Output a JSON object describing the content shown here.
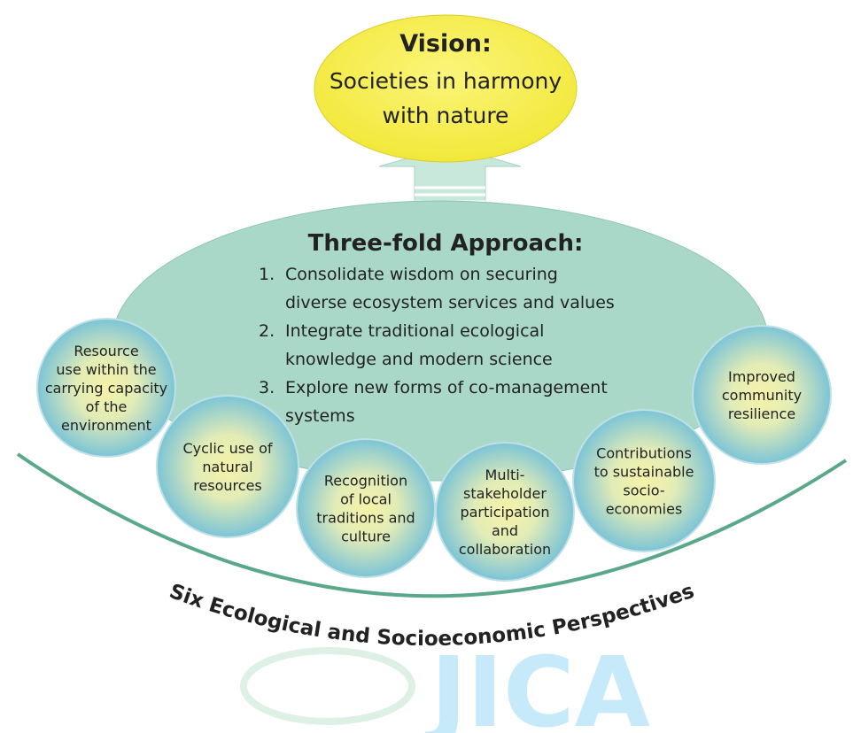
{
  "vision": {
    "heading": "Vision:",
    "lines": [
      "Societies in harmony",
      "with nature"
    ]
  },
  "approach": {
    "heading": "Three-fold Approach:",
    "items": [
      {
        "num": "1.",
        "lines": [
          "Consolidate wisdom on securing",
          "diverse ecosystem services and values"
        ]
      },
      {
        "num": "2.",
        "lines": [
          "Integrate traditional ecological",
          "knowledge and modern science"
        ]
      },
      {
        "num": "3.",
        "lines": [
          "Explore new forms of co-management",
          "systems"
        ]
      }
    ]
  },
  "perspectives": [
    {
      "lines": [
        "Resource",
        "use within the",
        "carrying capacity",
        "of the",
        "environment"
      ]
    },
    {
      "lines": [
        "Cyclic use of",
        "natural",
        "resources"
      ]
    },
    {
      "lines": [
        "Recognition",
        "of local",
        "traditions and",
        "culture"
      ]
    },
    {
      "lines": [
        "Multi-",
        "stakeholder",
        "participation",
        "and",
        "collaboration"
      ]
    },
    {
      "lines": [
        "Contributions",
        "to sustainable",
        "socio-",
        "economies"
      ]
    },
    {
      "lines": [
        "Improved",
        "community",
        "resilience"
      ]
    }
  ],
  "arc_label": "Six Ecological and Socioeconomic Perspectives",
  "watermark": "JICA",
  "colors": {
    "vision_fill": "#f2e83a",
    "approach_fill": "#a9d8c8",
    "arrow_fill": "#c8e8dc",
    "circle_center": "#f6f2a8",
    "circle_edge": "#7cc4d6",
    "arc_stroke": "#5aa88a",
    "text": "#222222",
    "watermark": "#5fc4ee"
  }
}
